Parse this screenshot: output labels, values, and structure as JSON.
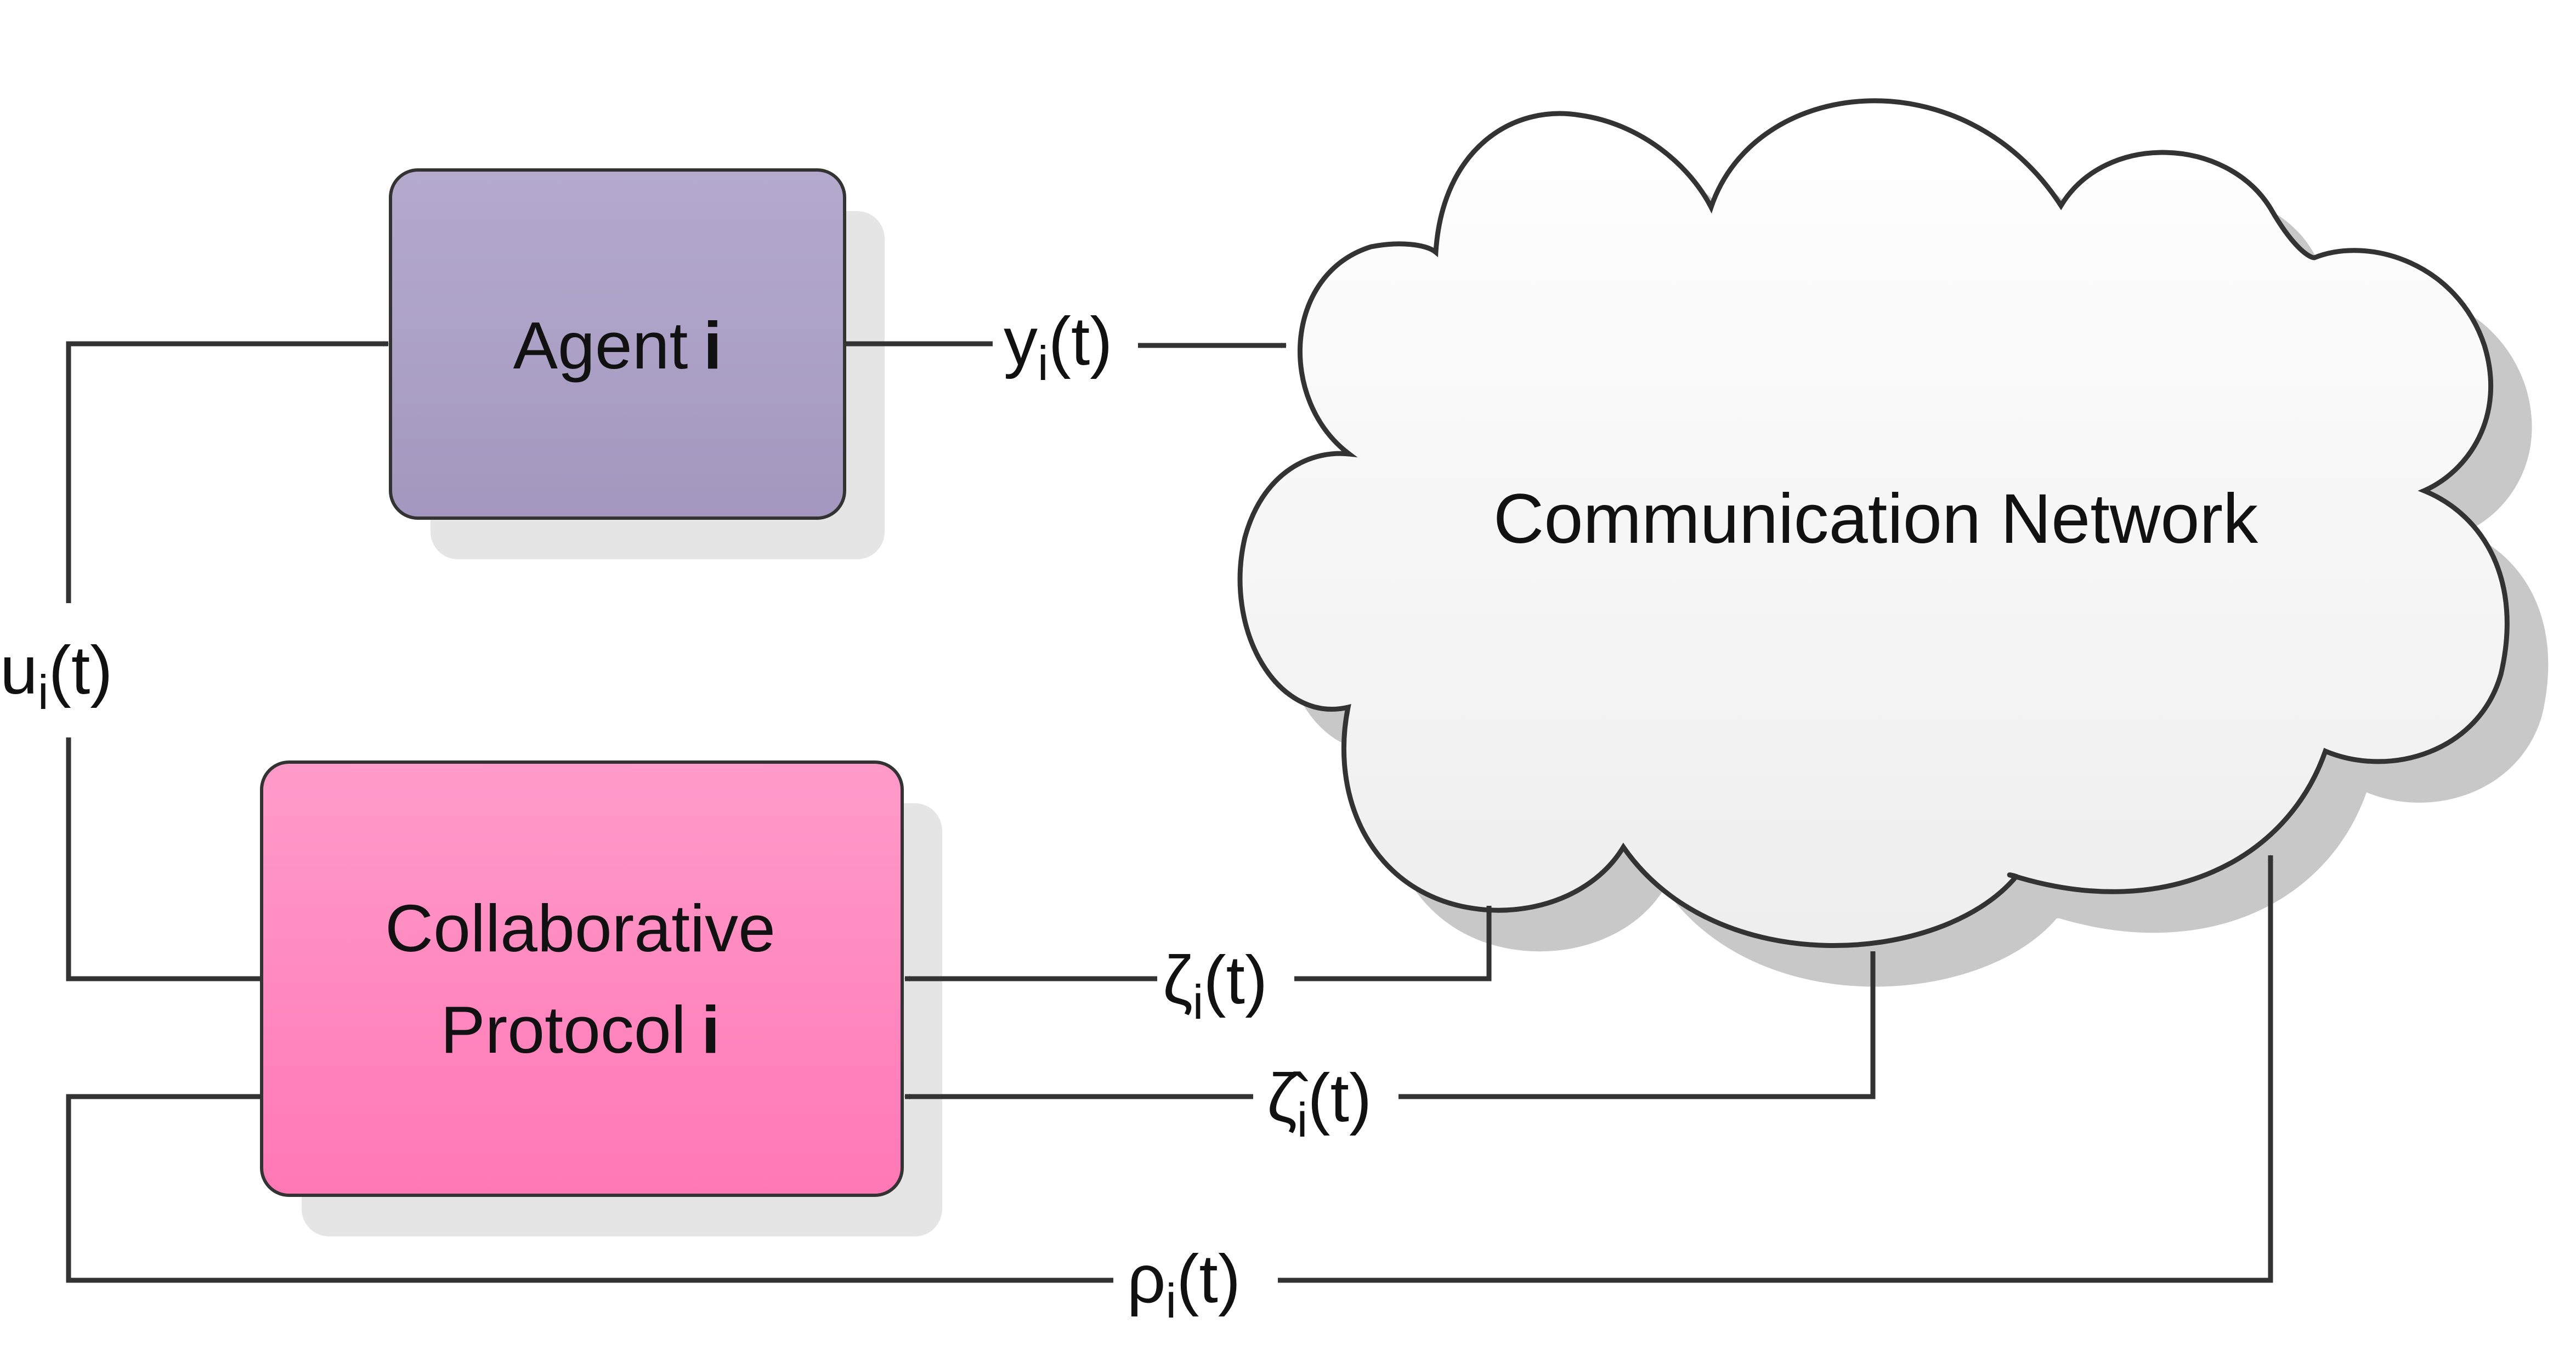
{
  "agent": {
    "label": "Agent",
    "index": "i"
  },
  "protocol": {
    "line1": "Collaborative",
    "line2": "Protocol",
    "index": "i"
  },
  "network": {
    "label": "Communication Network"
  },
  "signals": {
    "y": {
      "symbol": "y",
      "sub": "i",
      "arg": "(t)"
    },
    "u": {
      "symbol": "u",
      "sub": "i",
      "arg": "(t)"
    },
    "zeta": {
      "symbol": "ζ",
      "sub": "i",
      "arg": "(t)"
    },
    "zeta_hat": {
      "symbol": "ζ̂",
      "sub": "i",
      "arg": "(t)"
    },
    "rho": {
      "symbol": "ρ",
      "sub": "i",
      "arg": "(t)"
    }
  },
  "colors": {
    "agent_top": "#b5aacd",
    "agent_bottom": "#a397bf",
    "protocol_top": "#ff9bc9",
    "protocol_bottom": "#ff78b6",
    "cloud": "#f7f7f7",
    "shadow": "#d9d9d9",
    "line": "#333333"
  }
}
